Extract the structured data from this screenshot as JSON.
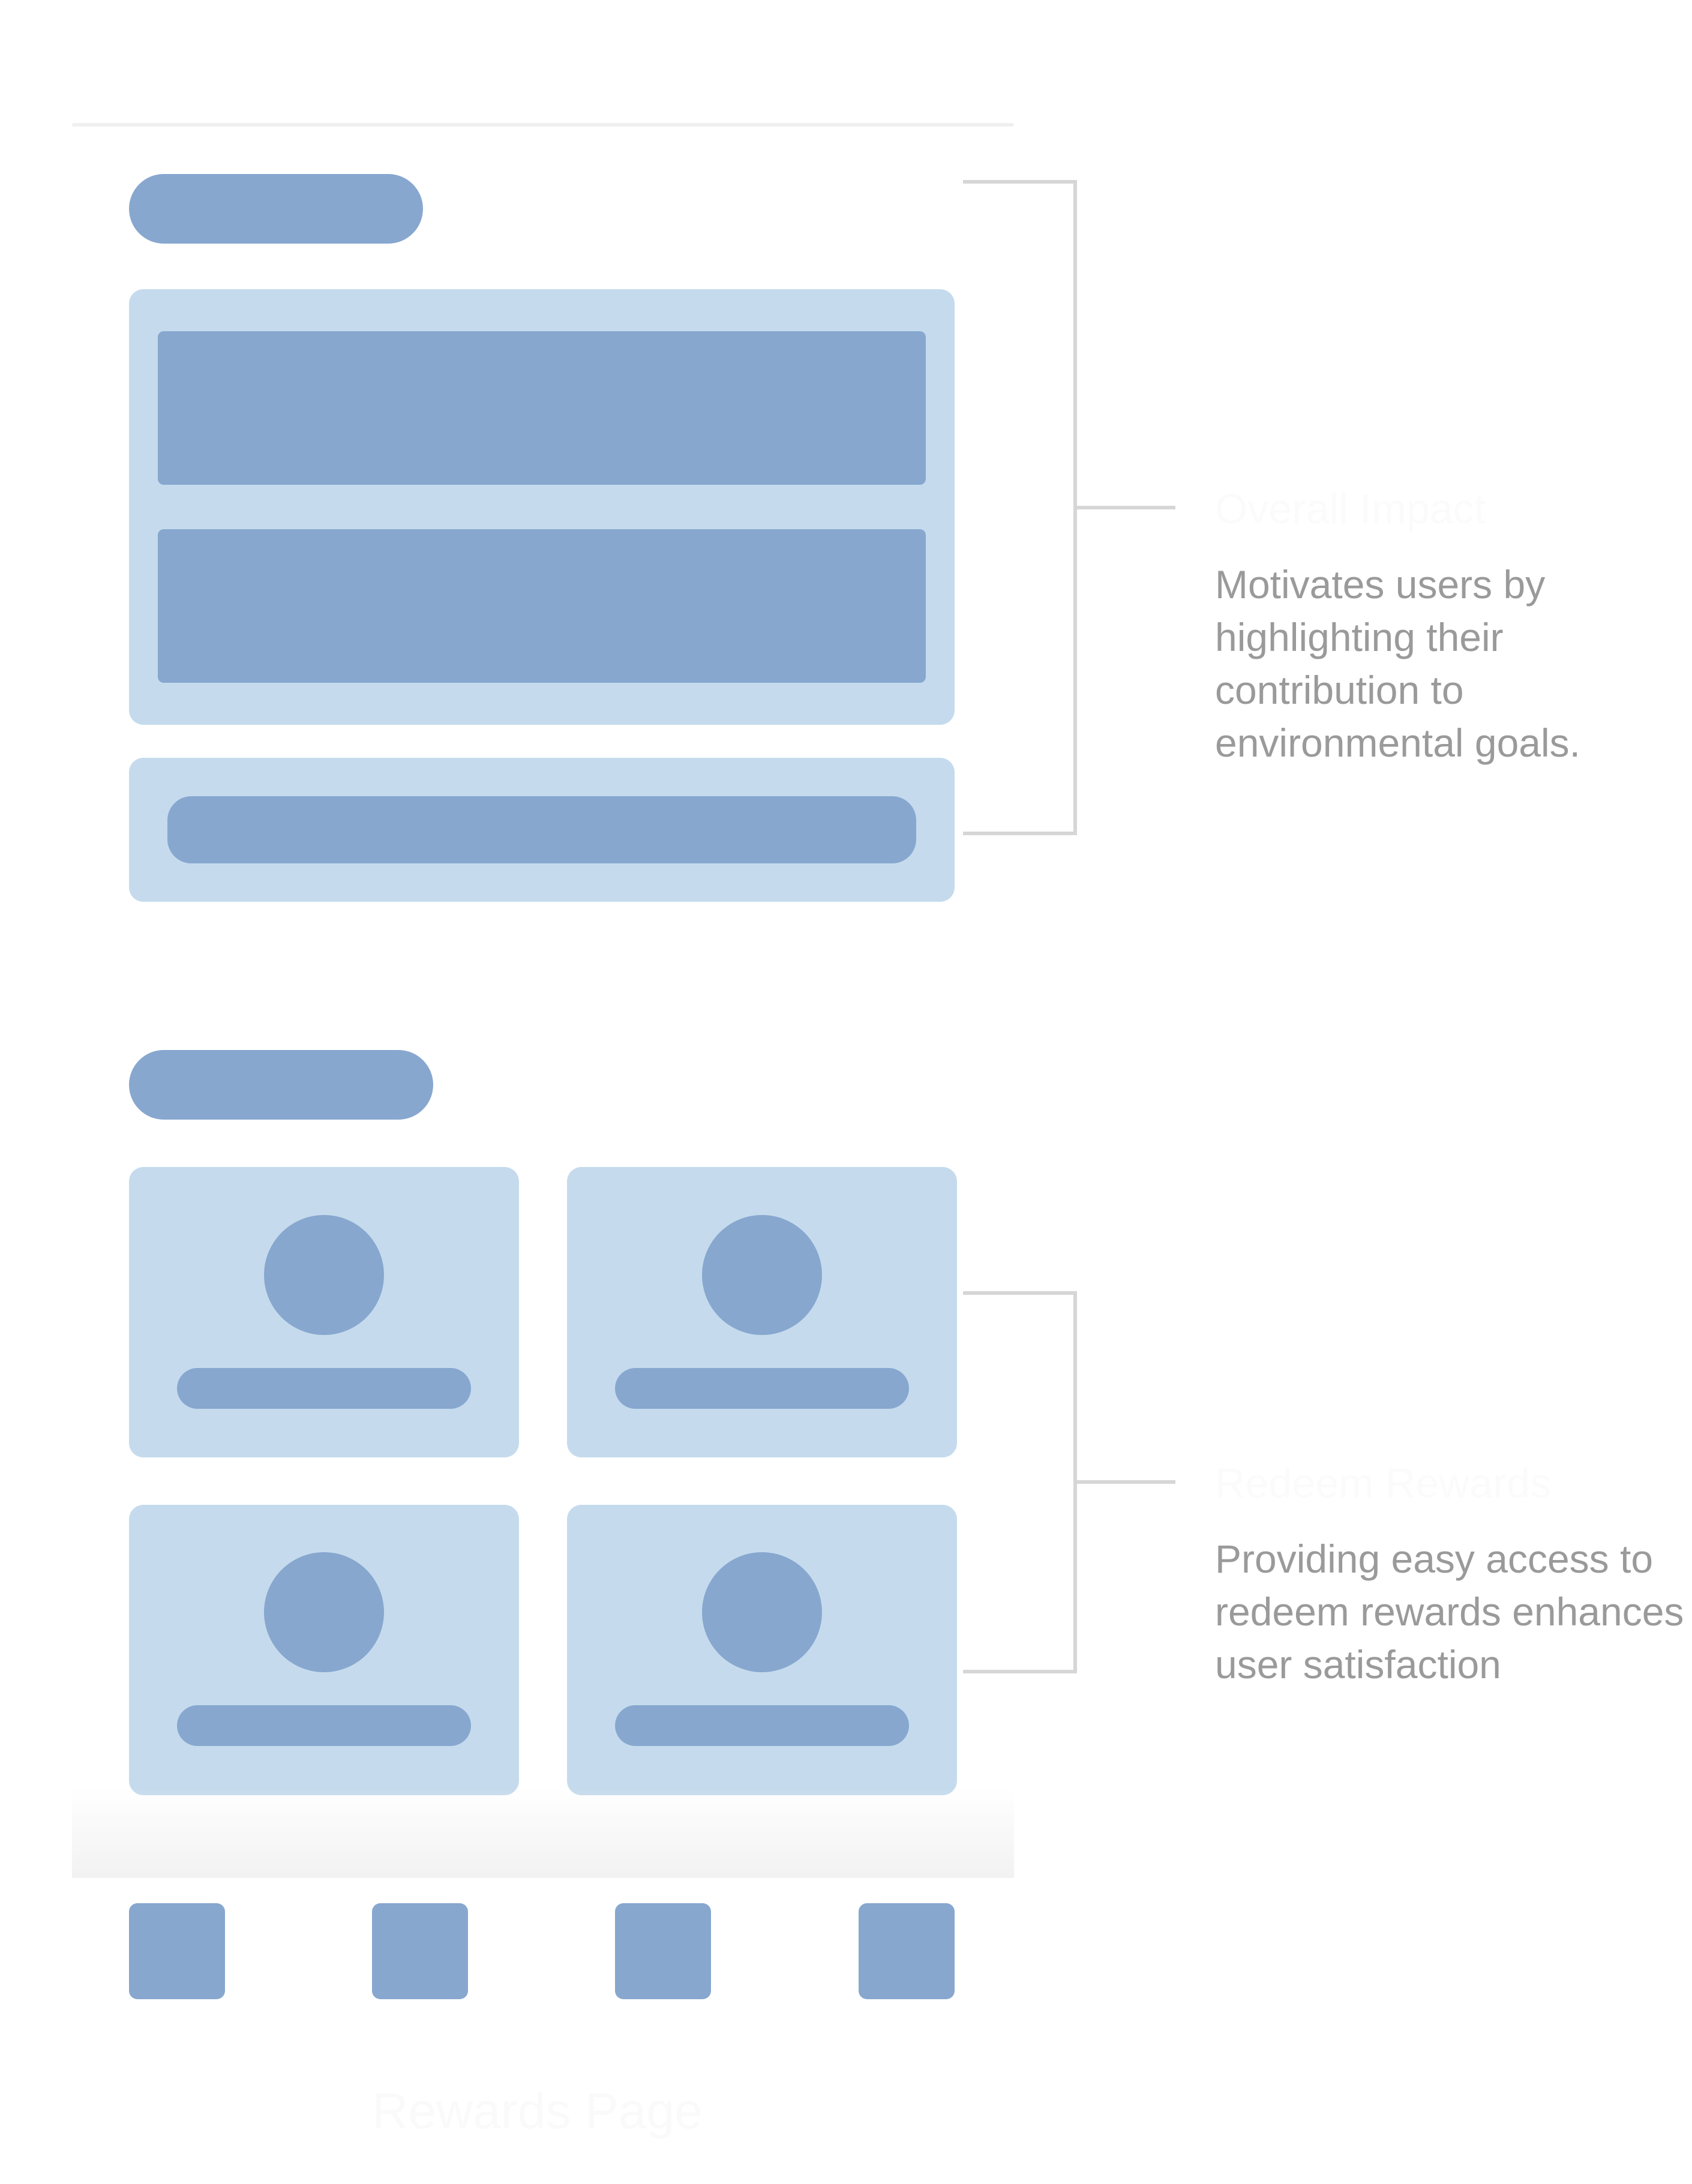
{
  "annotations": [
    {
      "title": "Overall Impact",
      "description": "Motivates users by highlighting their contribution to environmental goals."
    },
    {
      "title": "Redeem Rewards",
      "description": "Providing easy access to redeem rewards enhances user satisfaction"
    }
  ],
  "page_label": "Rewards Page",
  "colors": {
    "primary_block": "#87a7cf",
    "panel": "#c5dbed",
    "bracket": "#d6d6d6",
    "description_text": "#9a9a9a"
  },
  "icons": {
    "reward_card_icon": "circle-placeholder-icon",
    "nav_items": [
      "nav-home-icon",
      "nav-impact-icon",
      "nav-rewards-icon",
      "nav-profile-icon"
    ]
  }
}
